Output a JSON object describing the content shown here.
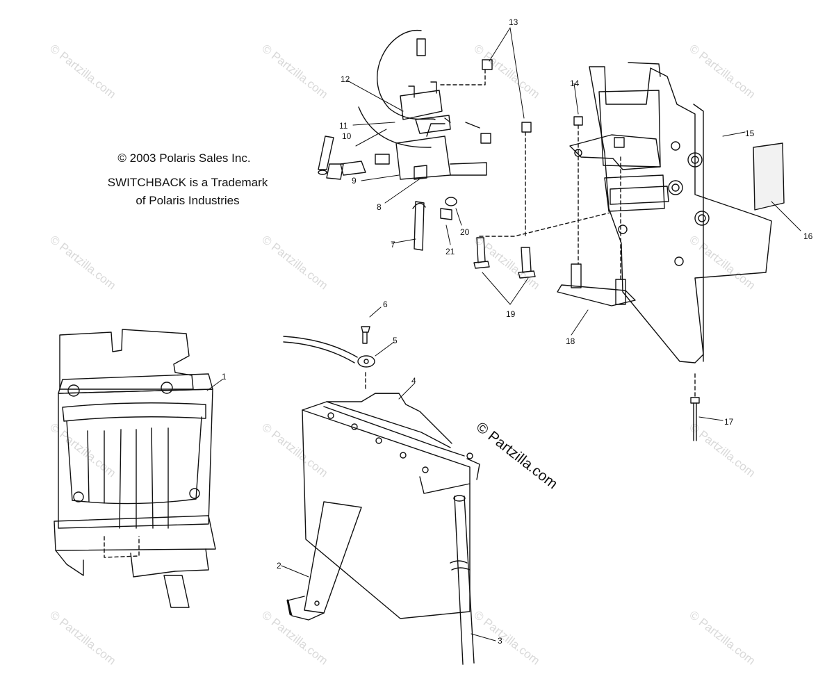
{
  "copyright": {
    "line1": "© 2003 Polaris Sales Inc.",
    "line2": "SWITCHBACK is a Trademark",
    "line3": "of Polaris Industries"
  },
  "watermark": {
    "text": "© Partzilla.com",
    "main_text": "© Partzilla.com"
  },
  "callouts": [
    {
      "id": "1",
      "label": "1"
    },
    {
      "id": "2",
      "label": "2"
    },
    {
      "id": "3",
      "label": "3"
    },
    {
      "id": "4",
      "label": "4"
    },
    {
      "id": "5",
      "label": "5"
    },
    {
      "id": "6",
      "label": "6"
    },
    {
      "id": "7",
      "label": "7"
    },
    {
      "id": "8",
      "label": "8"
    },
    {
      "id": "9",
      "label": "9"
    },
    {
      "id": "10",
      "label": "10"
    },
    {
      "id": "11",
      "label": "11"
    },
    {
      "id": "12",
      "label": "12"
    },
    {
      "id": "13",
      "label": "13"
    },
    {
      "id": "14",
      "label": "14"
    },
    {
      "id": "15",
      "label": "15"
    },
    {
      "id": "16",
      "label": "16"
    },
    {
      "id": "17",
      "label": "17"
    },
    {
      "id": "18",
      "label": "18"
    },
    {
      "id": "19",
      "label": "19"
    },
    {
      "id": "20",
      "label": "20"
    },
    {
      "id": "21",
      "label": "21"
    }
  ]
}
